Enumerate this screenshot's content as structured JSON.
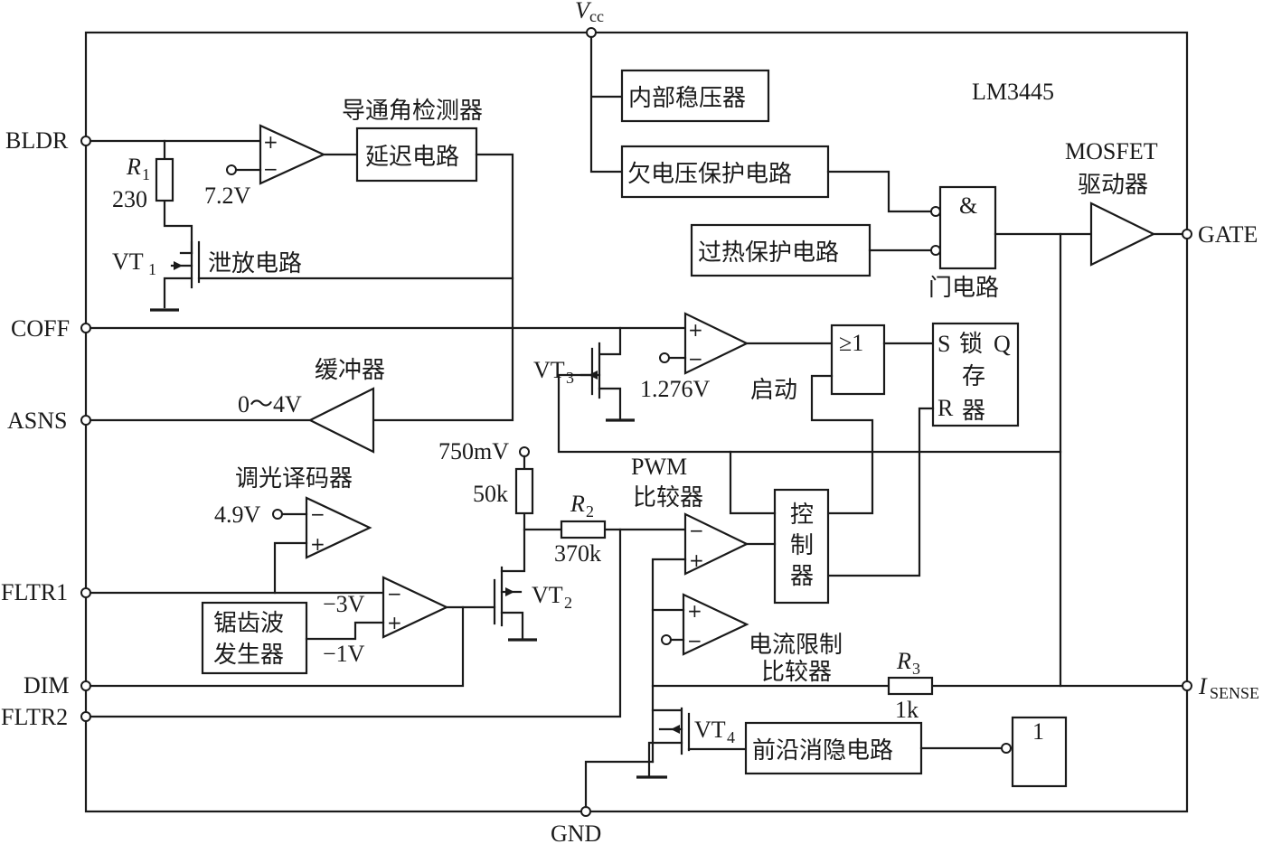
{
  "chip": {
    "name": "LM3445",
    "vcc_main": "V",
    "vcc_sub": "cc",
    "gnd": "GND"
  },
  "pins": {
    "bldr": "BLDR",
    "coff": "COFF",
    "asns": "ASNS",
    "fltr1": "FLTR1",
    "dim": "DIM",
    "fltr2": "FLTR2",
    "gate": "GATE",
    "isense_main": "I",
    "isense_sub": "SENSE"
  },
  "blocks": {
    "conduction_detector": "导通角检测器",
    "delay_circuit": "延迟电路",
    "bleeder_circuit": "泄放电路",
    "buffer": "缓冲器",
    "dimming_decoder": "调光译码器",
    "sawtooth_line1": "锯齿波",
    "sawtooth_line2": "发生器",
    "internal_regulator": "内部稳压器",
    "uvlo": "欠电压保护电路",
    "thermal": "过热保护电路",
    "gate_logic": "门电路",
    "mosfet_driver_line1": "MOSFET",
    "mosfet_driver_line2": "驱动器",
    "or_gate": "≥1",
    "and_gate": "&",
    "latch_s": "S",
    "latch_q": "Q",
    "latch_r": "R",
    "latch_c1": "锁",
    "latch_c2": "存",
    "latch_c3": "器",
    "start": "启动",
    "controller_c1": "控",
    "controller_c2": "制",
    "controller_c3": "器",
    "pwm_line1": "PWM",
    "pwm_line2": "比较器",
    "current_limit_line1": "电流限制",
    "current_limit_line2": "比较器",
    "leading_edge_blanking": "前沿消隐电路",
    "inverter": "1"
  },
  "components": {
    "r1_main": "R",
    "r1_sub": "1",
    "r1_value": "230",
    "r2_main": "R",
    "r2_sub": "2",
    "r2_value": "370k",
    "r3_main": "R",
    "r3_sub": "3",
    "r3_value": "1k",
    "r_50k": "50k",
    "vt1_main": "VT",
    "vt1_sub": "1",
    "vt2_main": "VT",
    "vt2_sub": "2",
    "vt3_main": "VT",
    "vt3_sub": "3",
    "vt4_main": "VT",
    "vt4_sub": "4"
  },
  "voltages": {
    "v72": "7.2V",
    "v1276": "1.276V",
    "v04": "0～4V",
    "v49": "4.9V",
    "v750m": "750mV",
    "vneg3": "−3V",
    "vneg1": "−1V"
  },
  "opamp_signs": {
    "plus": "+",
    "minus": "−"
  }
}
